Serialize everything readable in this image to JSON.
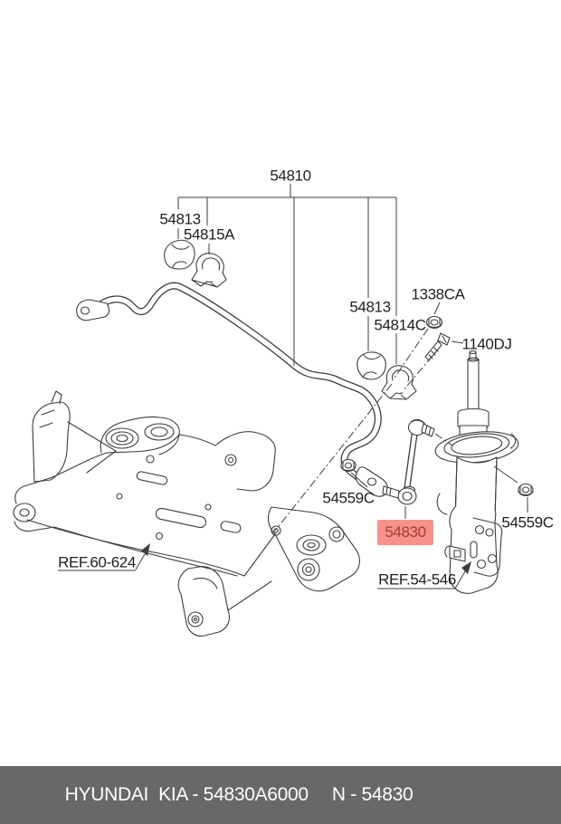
{
  "diagram": {
    "labels": {
      "assembly": "54810",
      "bushing_left": "54813",
      "clamp_left": "54815A",
      "bushing_right": "54813",
      "clamp_right": "54814C",
      "flange_nut": "1338CA",
      "bolt": "1140DJ",
      "nut_left": "54559C",
      "nut_right": "54559C",
      "link_highlighted": "54830",
      "ref_crossmember": "REF.60-624",
      "ref_strut": "REF.54-546"
    },
    "highlight": {
      "bg": "#f5928c",
      "text_color": "#a93c33"
    },
    "line_color": "#3d3d3d"
  },
  "footer": {
    "brand_part": "HYUNDAI  KIA - 54830A6000",
    "part_number": "N - 54830",
    "bg": "#686868",
    "text_color": "#ffffff"
  }
}
